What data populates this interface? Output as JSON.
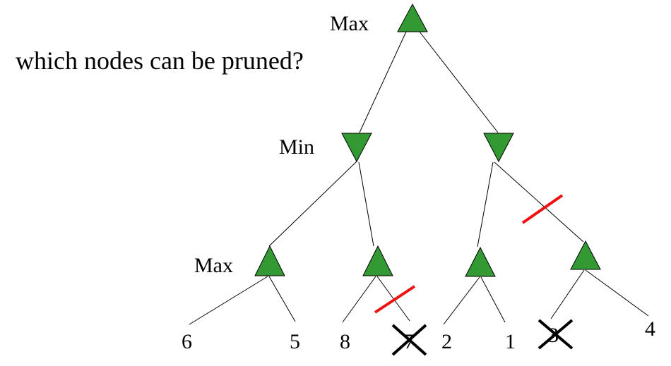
{
  "question": "which nodes can be pruned?",
  "level_labels": {
    "root": "Max",
    "middle": "Min",
    "lower": "Max"
  },
  "leaves": [
    "6",
    "5",
    "8",
    "7",
    "2",
    "1",
    "3",
    "4"
  ],
  "colors": {
    "node_fill": "#339933",
    "cut_mark": "#ee1111",
    "cross_mark": "#000000",
    "edge": "#000000"
  },
  "pruned": {
    "cut_edges": [
      "min2-to-max4",
      "max2-to-leaf-7"
    ],
    "crossed_leaves": [
      "7",
      "3"
    ]
  }
}
